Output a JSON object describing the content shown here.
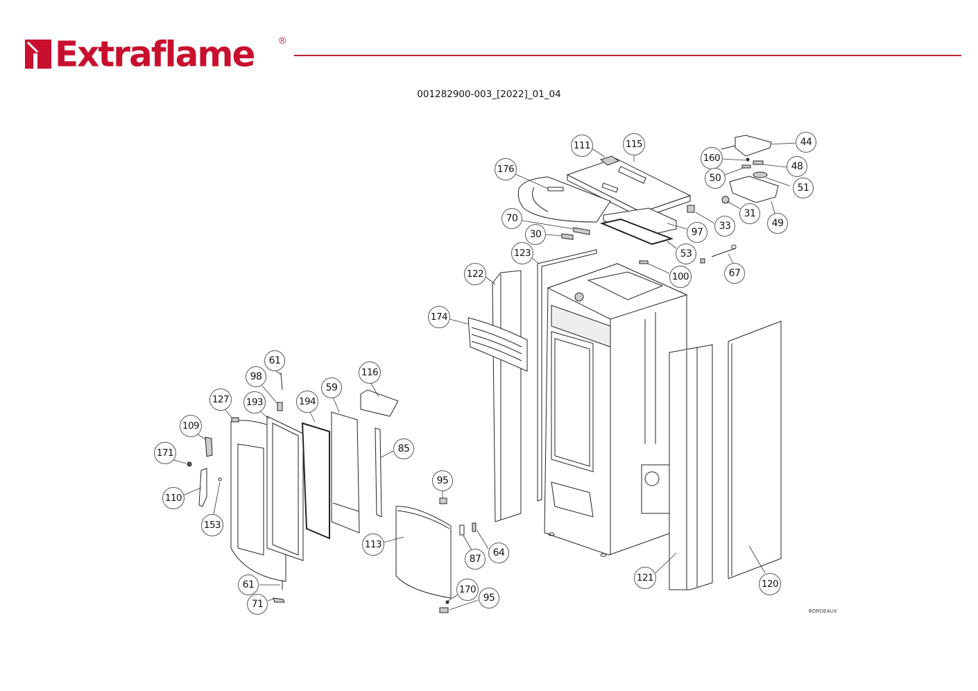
{
  "brand": {
    "name": "Extraflame",
    "registered_mark": "®",
    "color": "#c8102e",
    "rule_color": "#b8202c"
  },
  "document": {
    "code": "001282900-003_[2022]_01_04",
    "model": "BORDEAUX"
  },
  "callouts": {
    "c111": "111",
    "c115": "115",
    "c176": "176",
    "c44": "44",
    "c160": "160",
    "c48": "48",
    "c50": "50",
    "c51": "51",
    "c31": "31",
    "c49": "49",
    "c33": "33",
    "c70": "70",
    "c97": "97",
    "c30": "30",
    "c53": "53",
    "c123": "123",
    "c100": "100",
    "c67": "67",
    "c122": "122",
    "c174": "174",
    "c61a": "61",
    "c98": "98",
    "c116": "116",
    "c59": "59",
    "c127": "127",
    "c193": "193",
    "c194": "194",
    "c109": "109",
    "c85": "85",
    "c171": "171",
    "c95a": "95",
    "c110": "110",
    "c153": "153",
    "c113": "113",
    "c64": "64",
    "c87": "87",
    "c121": "121",
    "c120": "120",
    "c61b": "61",
    "c170": "170",
    "c95b": "95",
    "c71": "71"
  }
}
